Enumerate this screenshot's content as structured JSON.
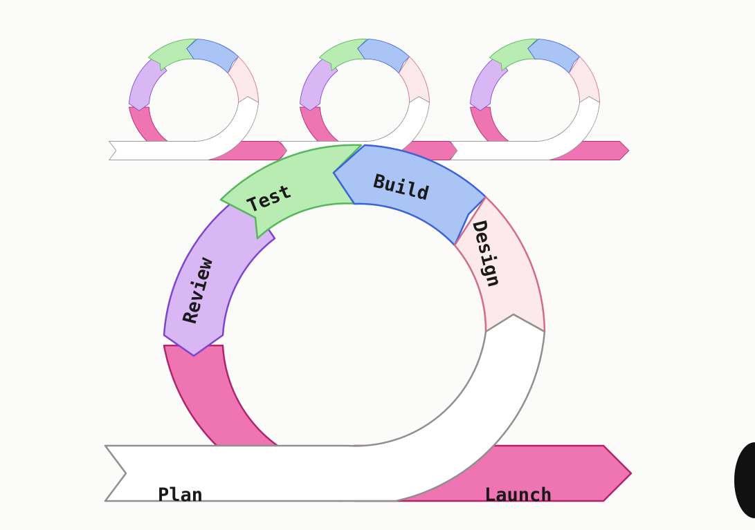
{
  "diagram": {
    "main_cycle": {
      "stages": [
        {
          "key": "plan",
          "label": "Plan"
        },
        {
          "key": "design",
          "label": "Design"
        },
        {
          "key": "build",
          "label": "Build"
        },
        {
          "key": "test",
          "label": "Test"
        },
        {
          "key": "review",
          "label": "Review"
        },
        {
          "key": "launch",
          "label": "Launch"
        }
      ]
    },
    "mini_cycles_count": 3
  },
  "colors": {
    "design_fill": "#fbe9ec",
    "design_stroke": "#d46a8a",
    "build_fill": "#a9c4f5",
    "build_stroke": "#3b63d9",
    "test_fill": "#b9ecb3",
    "test_stroke": "#55b65a",
    "review_fill": "#d9b7f4",
    "review_stroke": "#7b45cf",
    "pink_fill": "#ee74b2",
    "pink_stroke": "#b0246b",
    "white_fill": "#ffffff",
    "gray_stroke": "#8f8f8f"
  }
}
